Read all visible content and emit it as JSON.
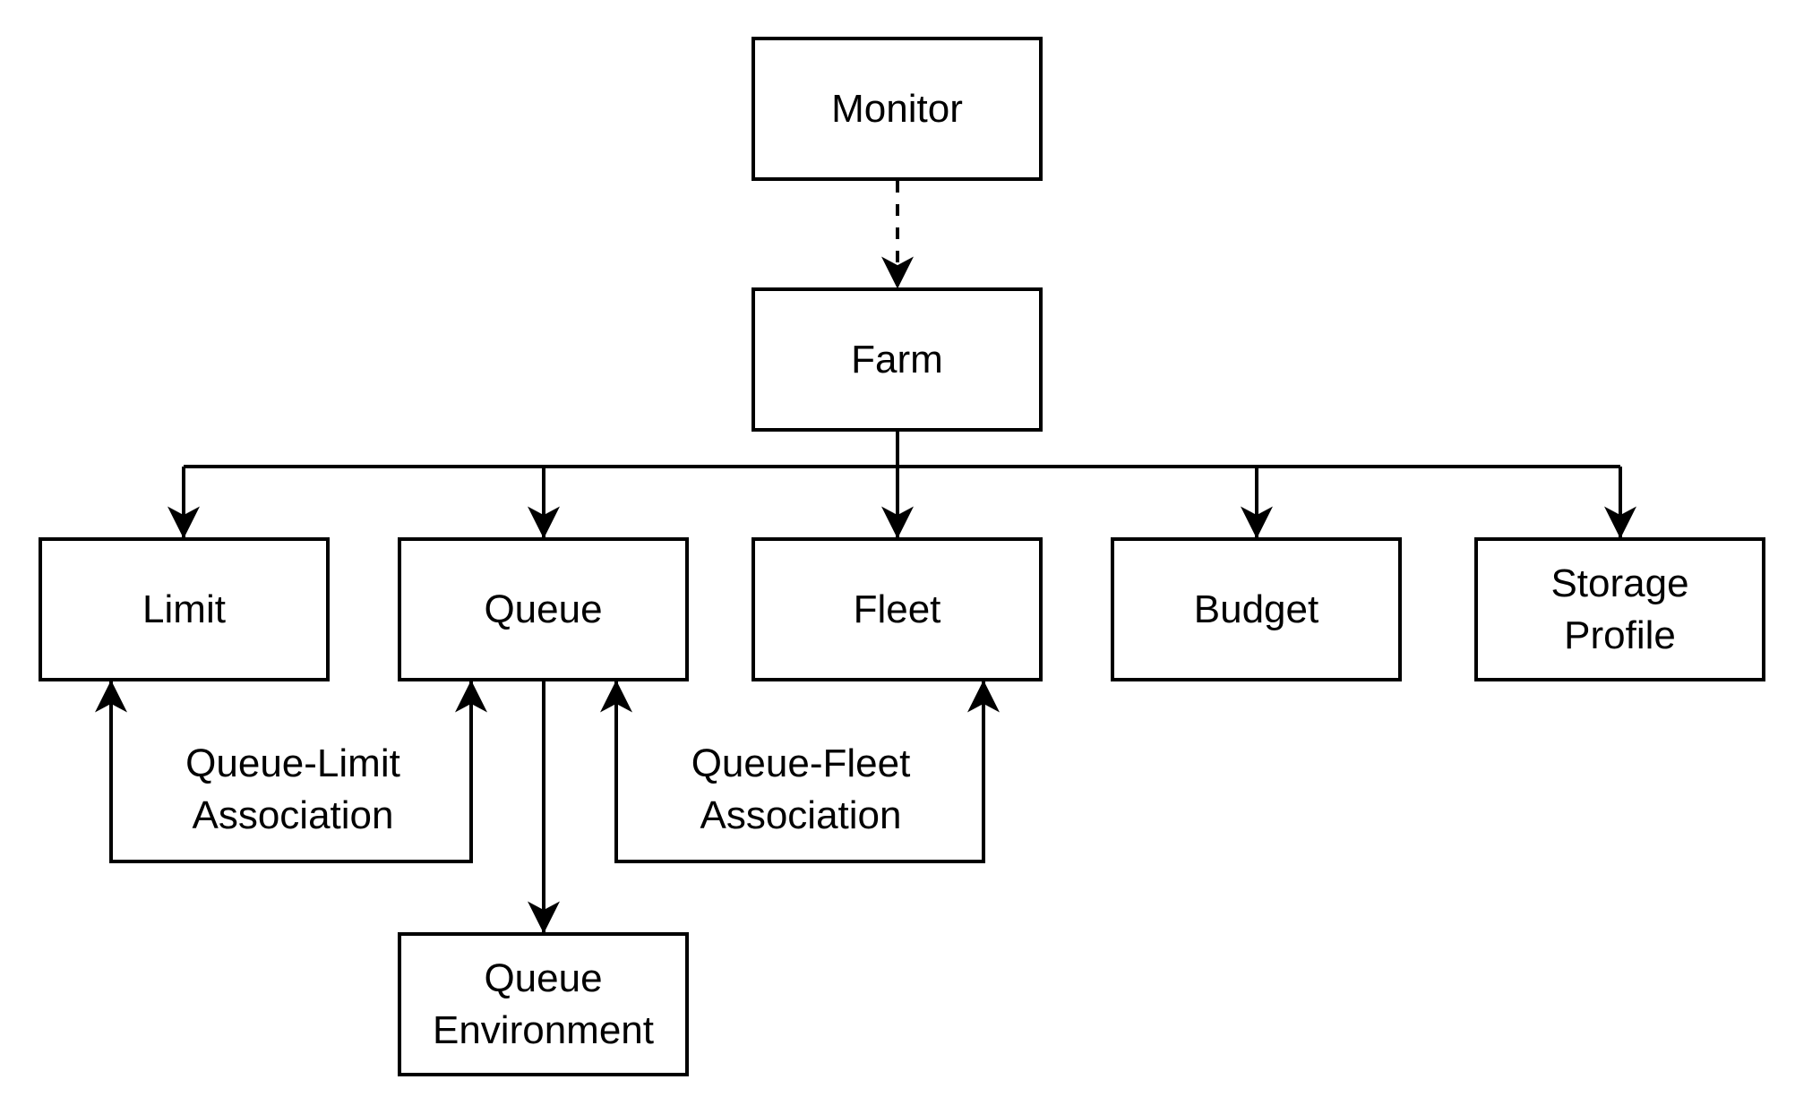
{
  "diagram": {
    "background_color": "#ffffff",
    "stroke_color": "#000000",
    "text_color": "#000000",
    "nodes": {
      "monitor": {
        "label": "Monitor"
      },
      "farm": {
        "label": "Farm"
      },
      "limit": {
        "label": "Limit"
      },
      "queue": {
        "label": "Queue"
      },
      "fleet": {
        "label": "Fleet"
      },
      "budget": {
        "label": "Budget"
      },
      "storage_profile": {
        "label": "Storage\nProfile"
      },
      "queue_environment": {
        "label": "Queue\nEnvironment"
      }
    },
    "edges": [
      {
        "from": "Monitor",
        "to": "Farm",
        "style": "dashed",
        "arrow": "to"
      },
      {
        "from": "Farm",
        "to": "Limit",
        "style": "solid",
        "arrow": "to"
      },
      {
        "from": "Farm",
        "to": "Queue",
        "style": "solid",
        "arrow": "to"
      },
      {
        "from": "Farm",
        "to": "Fleet",
        "style": "solid",
        "arrow": "to"
      },
      {
        "from": "Farm",
        "to": "Budget",
        "style": "solid",
        "arrow": "to"
      },
      {
        "from": "Farm",
        "to": "Storage Profile",
        "style": "solid",
        "arrow": "to"
      },
      {
        "from": "Queue",
        "to": "Limit",
        "style": "solid",
        "arrow": "both",
        "label": "Queue-Limit\nAssociation"
      },
      {
        "from": "Queue",
        "to": "Fleet",
        "style": "solid",
        "arrow": "both",
        "label": "Queue-Fleet\nAssociation"
      },
      {
        "from": "Queue",
        "to": "Queue Environment",
        "style": "solid",
        "arrow": "to"
      }
    ]
  }
}
